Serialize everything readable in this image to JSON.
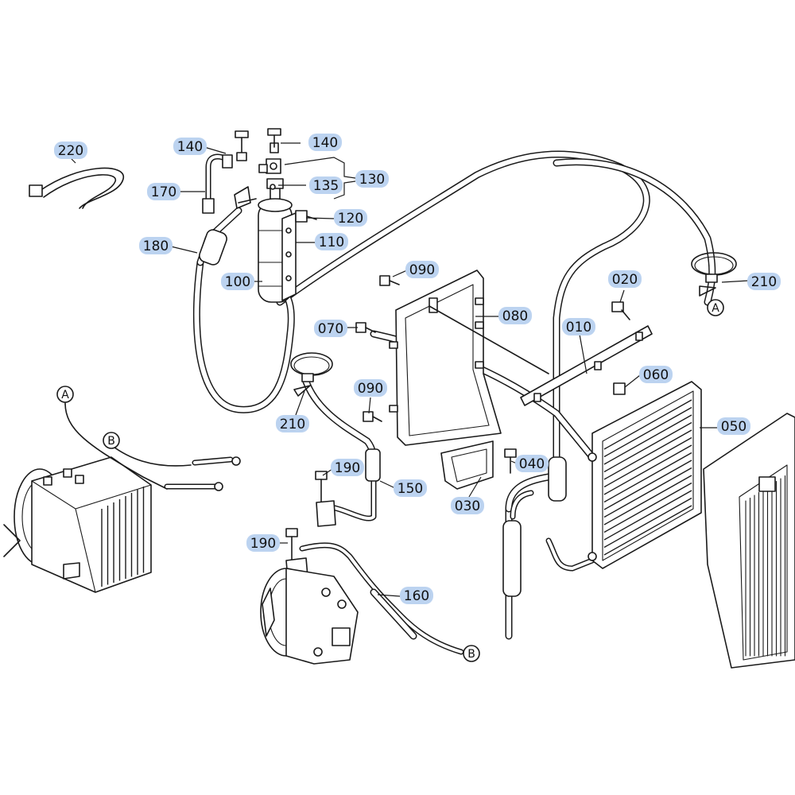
{
  "callouts": [
    {
      "id": "220",
      "label": "220"
    },
    {
      "id": "140a",
      "label": "140"
    },
    {
      "id": "140b",
      "label": "140"
    },
    {
      "id": "170",
      "label": "170"
    },
    {
      "id": "135",
      "label": "135"
    },
    {
      "id": "130",
      "label": "130"
    },
    {
      "id": "120",
      "label": "120"
    },
    {
      "id": "110",
      "label": "110"
    },
    {
      "id": "180",
      "label": "180"
    },
    {
      "id": "100",
      "label": "100"
    },
    {
      "id": "090a",
      "label": "090"
    },
    {
      "id": "080",
      "label": "080"
    },
    {
      "id": "020",
      "label": "020"
    },
    {
      "id": "210a",
      "label": "210"
    },
    {
      "id": "070",
      "label": "070"
    },
    {
      "id": "010",
      "label": "010"
    },
    {
      "id": "060",
      "label": "060"
    },
    {
      "id": "090b",
      "label": "090"
    },
    {
      "id": "050",
      "label": "050"
    },
    {
      "id": "210b",
      "label": "210"
    },
    {
      "id": "040",
      "label": "040"
    },
    {
      "id": "190a",
      "label": "190"
    },
    {
      "id": "150",
      "label": "150"
    },
    {
      "id": "030",
      "label": "030"
    },
    {
      "id": "190b",
      "label": "190"
    },
    {
      "id": "160",
      "label": "160"
    }
  ],
  "connection_markers": {
    "a_top": "A",
    "a_left": "A",
    "b_left": "B",
    "b_bottom": "B"
  },
  "colors": {
    "callout_highlight": "#bcd3f0",
    "line": "#1a1a1a",
    "background": "#ffffff"
  }
}
